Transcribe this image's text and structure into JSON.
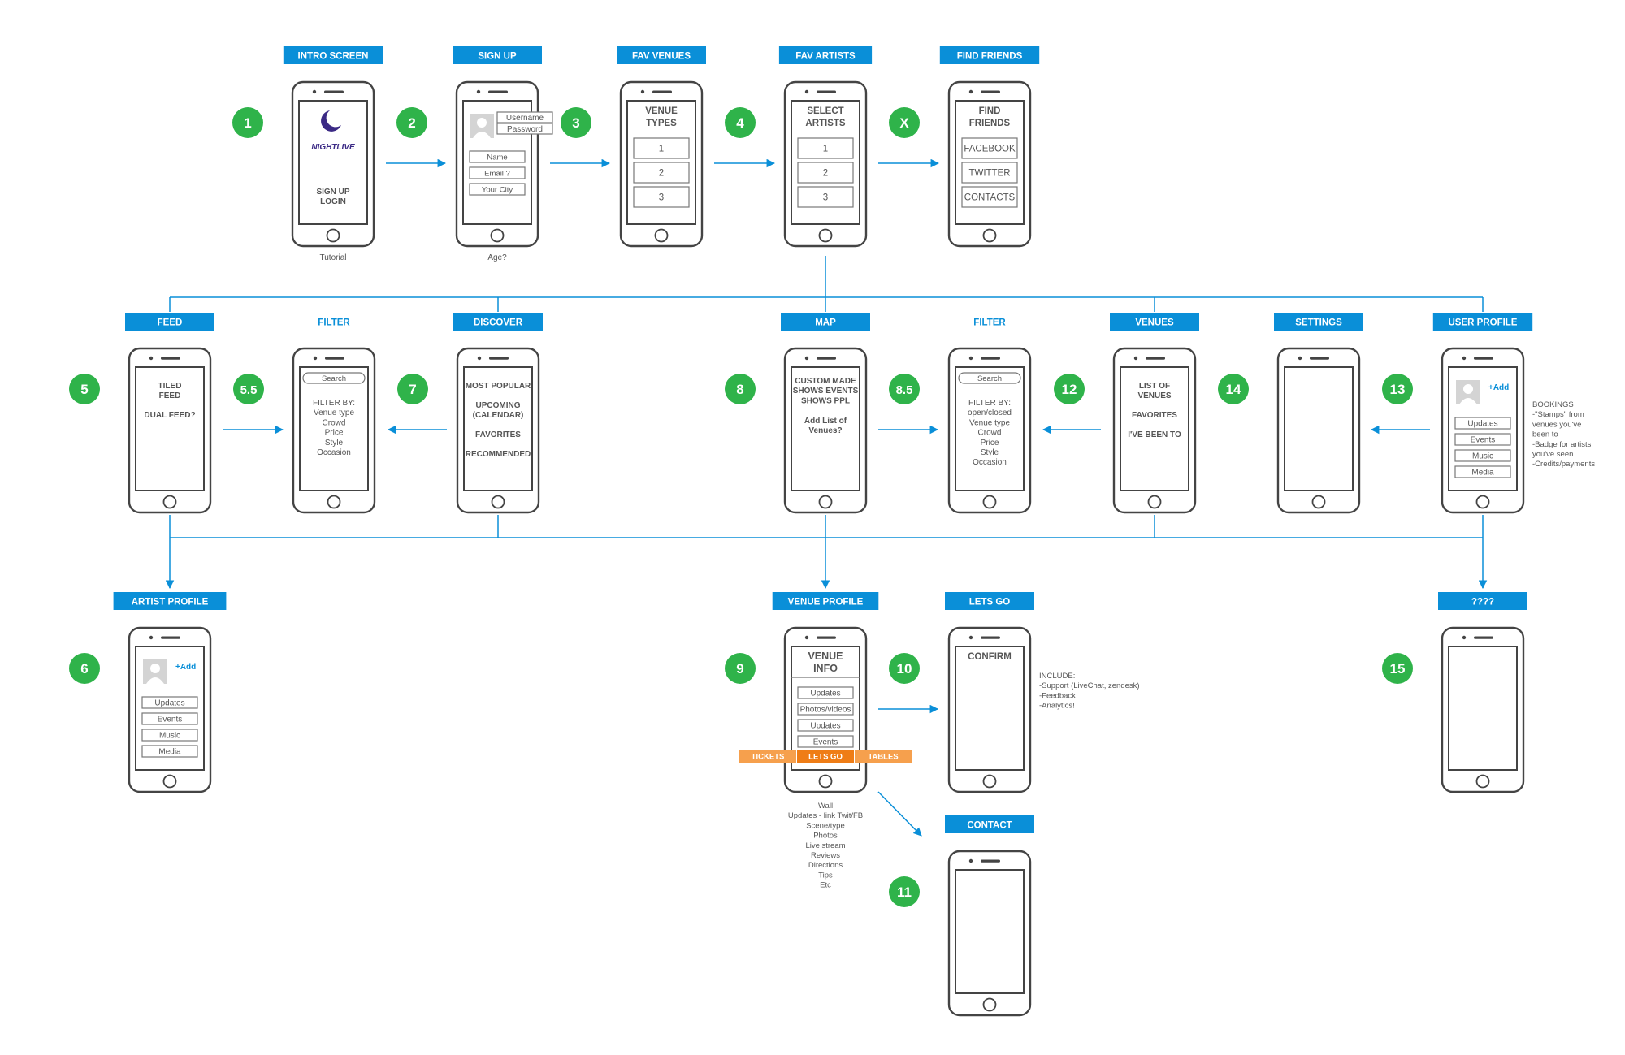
{
  "colors": {
    "accent": "#0a8fd8",
    "badge": "#2fb34a",
    "phone_stroke": "#444444",
    "text_dark": "#555555",
    "orange_light": "#f6a04d",
    "orange_dark": "#ef7d16",
    "logo": "#3b2a85"
  },
  "screens": [
    {
      "id": "intro",
      "header": "INTRO SCREEN",
      "badge": "1",
      "caption": "Tutorial",
      "logo_text": "NIGHTLIVE",
      "lines": [
        "SIGN UP",
        "LOGIN"
      ]
    },
    {
      "id": "signup",
      "header": "SIGN UP",
      "badge": "2",
      "caption": "Age?",
      "popup": [
        "Username",
        "Password"
      ],
      "fields": [
        "Name",
        "Email ?",
        "Your City"
      ]
    },
    {
      "id": "fav-venues",
      "header": "FAV VENUES",
      "badge": "3",
      "title": [
        "VENUE",
        "TYPES"
      ],
      "buttons": [
        "1",
        "2",
        "3"
      ]
    },
    {
      "id": "fav-artists",
      "header": "FAV ARTISTS",
      "badge": "4",
      "title": [
        "SELECT",
        "ARTISTS"
      ],
      "buttons": [
        "1",
        "2",
        "3"
      ]
    },
    {
      "id": "find-friends",
      "header": "FIND FRIENDS",
      "badge": "X",
      "title": [
        "FIND",
        "FRIENDS"
      ],
      "buttons": [
        "FACEBOOK",
        "TWITTER",
        "CONTACTS"
      ]
    },
    {
      "id": "feed",
      "header": "FEED",
      "badge": "5",
      "lines": [
        "TILED",
        "FEED",
        "",
        "DUAL FEED?"
      ]
    },
    {
      "id": "filter-1",
      "header": "FILTER",
      "badge": "5.5",
      "search": "Search",
      "lines": [
        "FILTER BY:",
        "Venue type",
        "Crowd",
        "Price",
        "Style",
        "Occasion"
      ]
    },
    {
      "id": "discover",
      "header": "DISCOVER",
      "badge": "7",
      "lines": [
        "MOST POPULAR",
        "",
        "UPCOMING",
        "(CALENDAR)",
        "",
        "FAVORITES",
        "",
        "RECOMMENDED"
      ]
    },
    {
      "id": "map",
      "header": "MAP",
      "badge": "8",
      "lines": [
        "CUSTOM MADE",
        "SHOWS EVENTS",
        "SHOWS PPL",
        "",
        "Add List of",
        "Venues?"
      ]
    },
    {
      "id": "filter-2",
      "header": "FILTER",
      "badge": "8.5",
      "search": "Search",
      "lines": [
        "FILTER BY:",
        "open/closed",
        "Venue type",
        "Crowd",
        "Price",
        "Style",
        "Occasion"
      ]
    },
    {
      "id": "venues",
      "header": "VENUES",
      "badge": "12",
      "lines": [
        "LIST OF",
        "VENUES",
        "",
        "FAVORITES",
        "",
        "I'VE BEEN TO"
      ]
    },
    {
      "id": "settings",
      "header": "SETTINGS",
      "badge": "14"
    },
    {
      "id": "user-profile",
      "header": "USER PROFILE",
      "badge": "13",
      "add": "+Add",
      "buttons": [
        "Updates",
        "Events",
        "Music",
        "Media"
      ],
      "note": [
        "BOOKINGS",
        "-\"Stamps\" from",
        "venues you've",
        "been to",
        "-Badge for artists",
        "you've seen",
        "-Credits/payments"
      ]
    },
    {
      "id": "artist-profile",
      "header": "ARTIST PROFILE",
      "badge": "6",
      "add": "+Add",
      "buttons": [
        "Updates",
        "Events",
        "Music",
        "Media"
      ]
    },
    {
      "id": "venue-profile",
      "header": "VENUE PROFILE",
      "badge": "9",
      "title": [
        "VENUE",
        "INFO"
      ],
      "buttons": [
        "Updates",
        "Photos/videos",
        "Updates",
        "Events"
      ],
      "tabs": [
        "TICKETS",
        "LETS GO",
        "TABLES"
      ],
      "caption_lines": [
        "Wall",
        "Updates - link Twit/FB",
        "Scene/type",
        "Photos",
        "Live stream",
        "Reviews",
        "Directions",
        "Tips",
        "Etc"
      ]
    },
    {
      "id": "lets-go",
      "header": "LETS GO",
      "badge": "10",
      "title": [
        "CONFIRM"
      ],
      "note": [
        "INCLUDE:",
        "-Support (LiveChat, zendesk)",
        "-Feedback",
        "-Analytics!"
      ]
    },
    {
      "id": "unknown",
      "header": "????",
      "badge": "15"
    },
    {
      "id": "contact",
      "header": "CONTACT",
      "badge": "11"
    }
  ]
}
